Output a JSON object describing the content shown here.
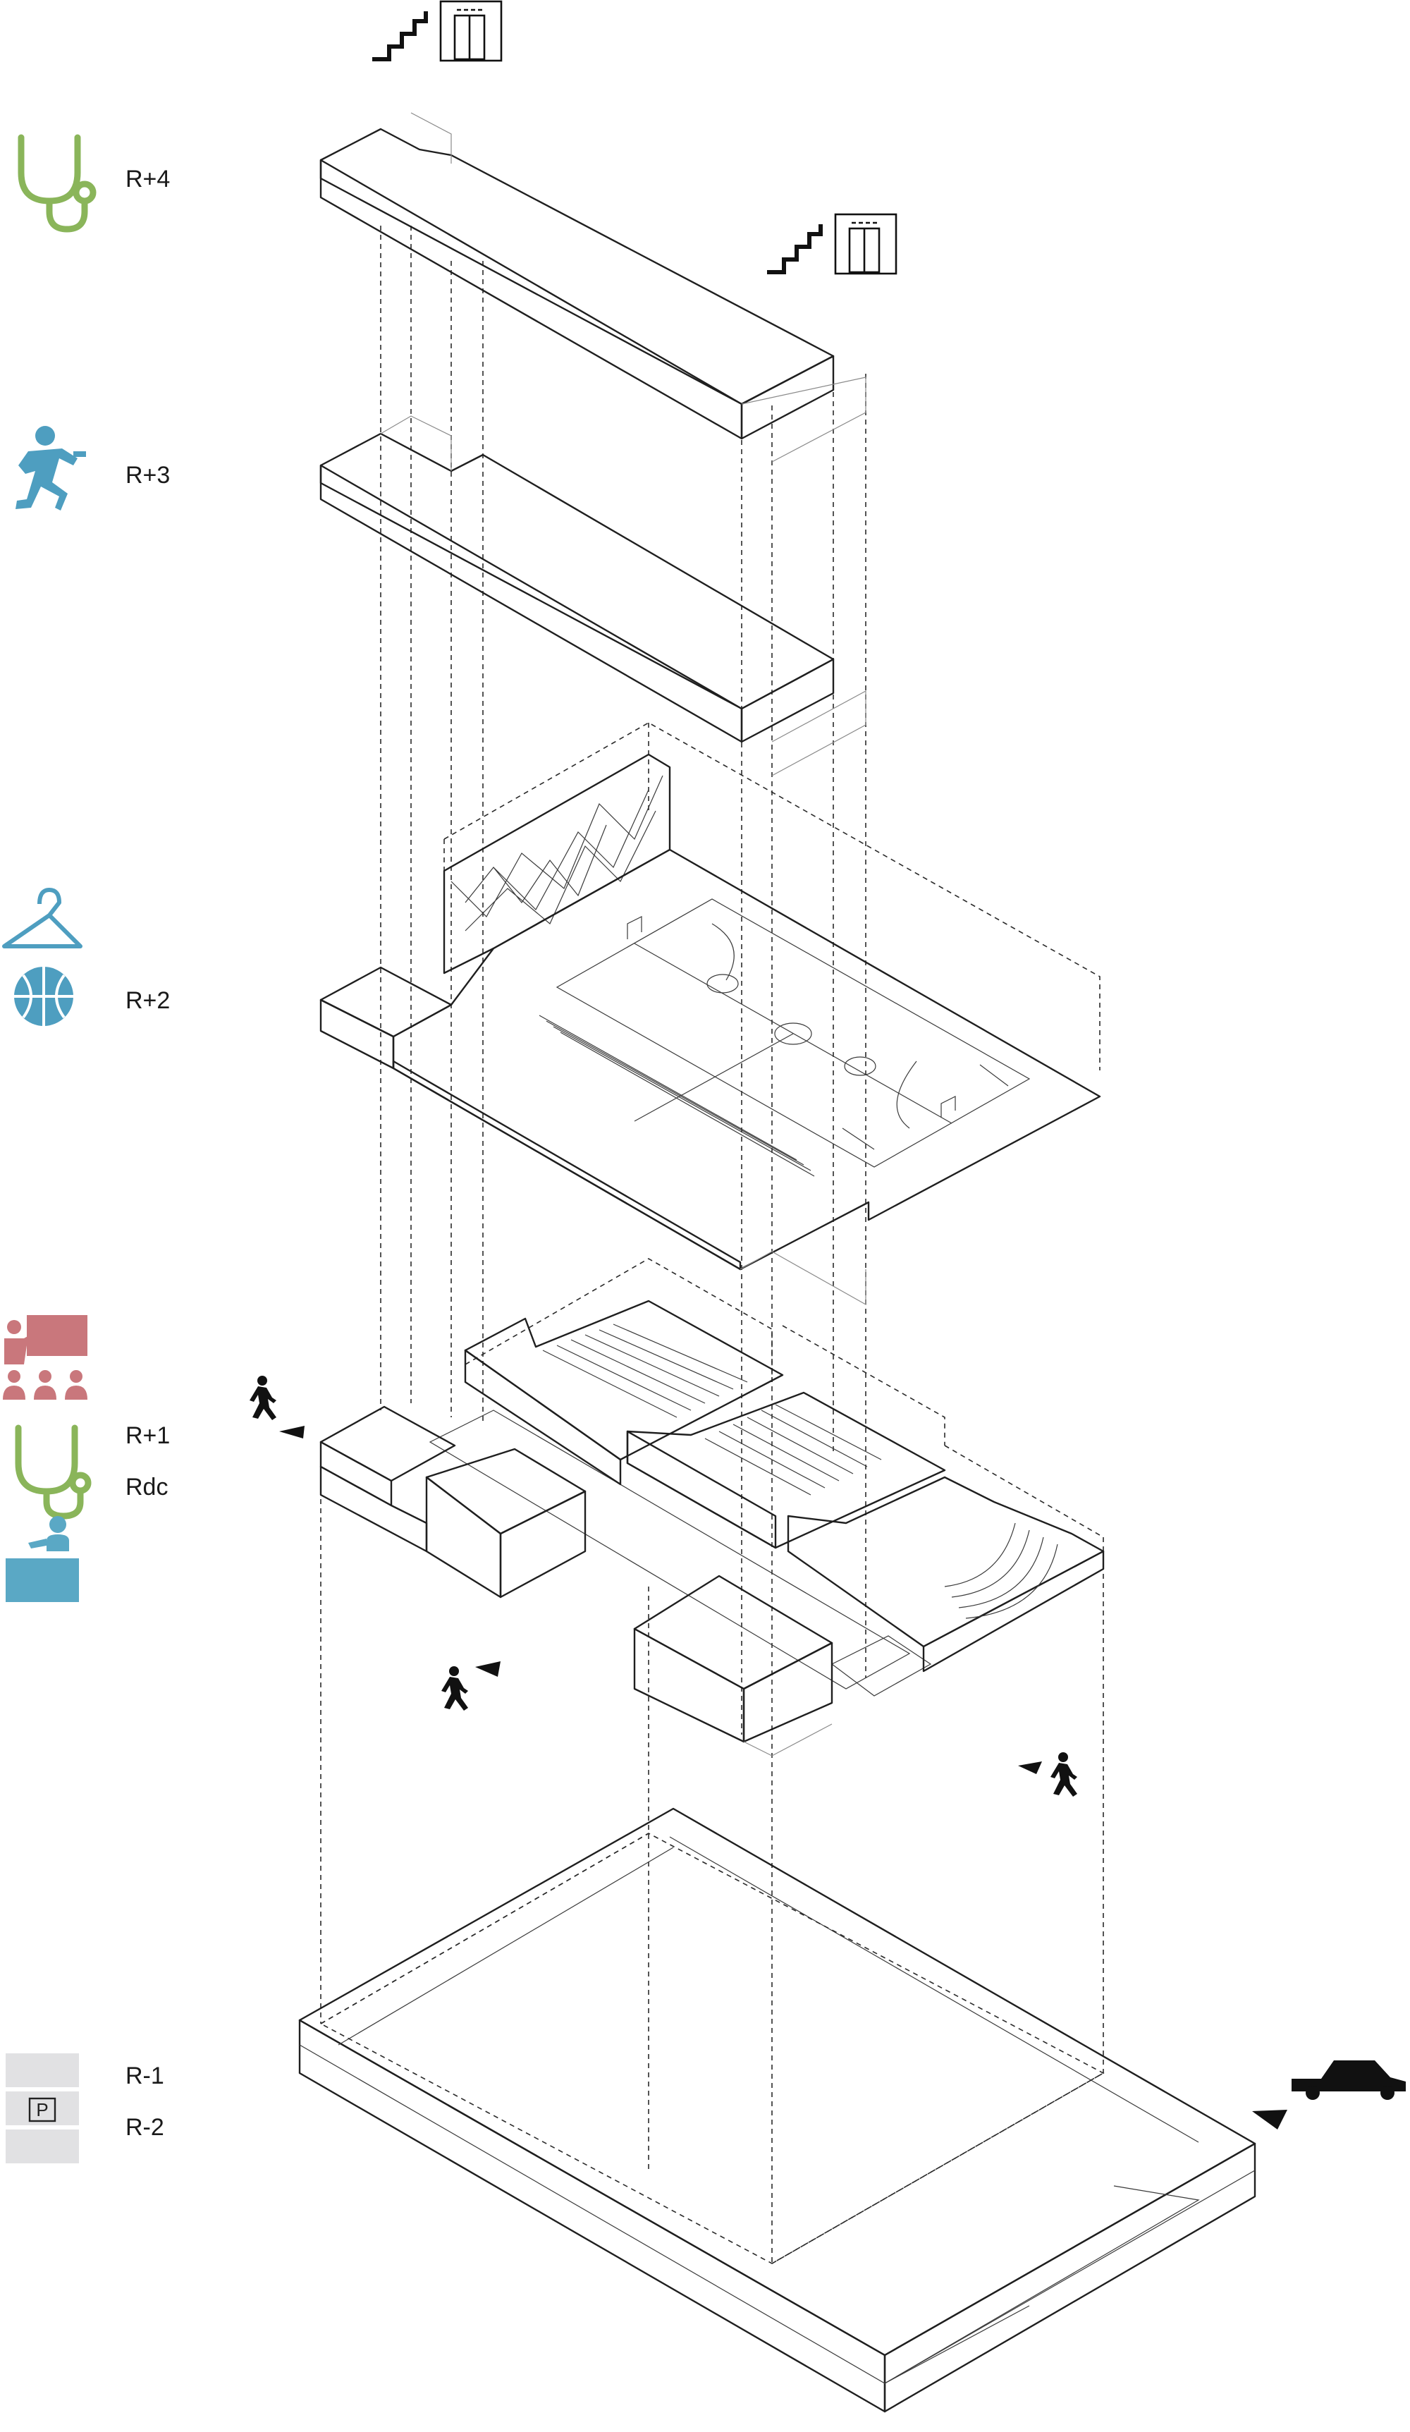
{
  "levels": [
    {
      "label": "R+4"
    },
    {
      "label": "R+3"
    },
    {
      "label": "R+2"
    },
    {
      "label": "R+1"
    },
    {
      "label": "Rdc"
    },
    {
      "label": "R-1"
    },
    {
      "label": "R-2"
    }
  ],
  "parking_sign": "P",
  "colors": {
    "health_green": "#cfdfb8",
    "health_green_icon": "#8ab55a",
    "sport_blue": "#bfd6e3",
    "sport_blue_icon": "#4e9ec0",
    "culture_pink": "#f2c9c9",
    "culture_pink_dark": "#dea3a7",
    "culture_icon": "#c9777c",
    "circulation_orange": "#f6d7bd",
    "reception_blue": "#5aa8c5",
    "service_grey": "#d6d6d6",
    "parking_grey": "#e1e1e3"
  },
  "icons": [
    "stairs-icon",
    "elevator-icon",
    "stethoscope-icon",
    "runner-fitness-icon",
    "hanger-icon",
    "basketball-icon",
    "classroom-icon",
    "reception-desk-icon",
    "pedestrian-icon",
    "car-icon",
    "entry-arrow-icon"
  ]
}
